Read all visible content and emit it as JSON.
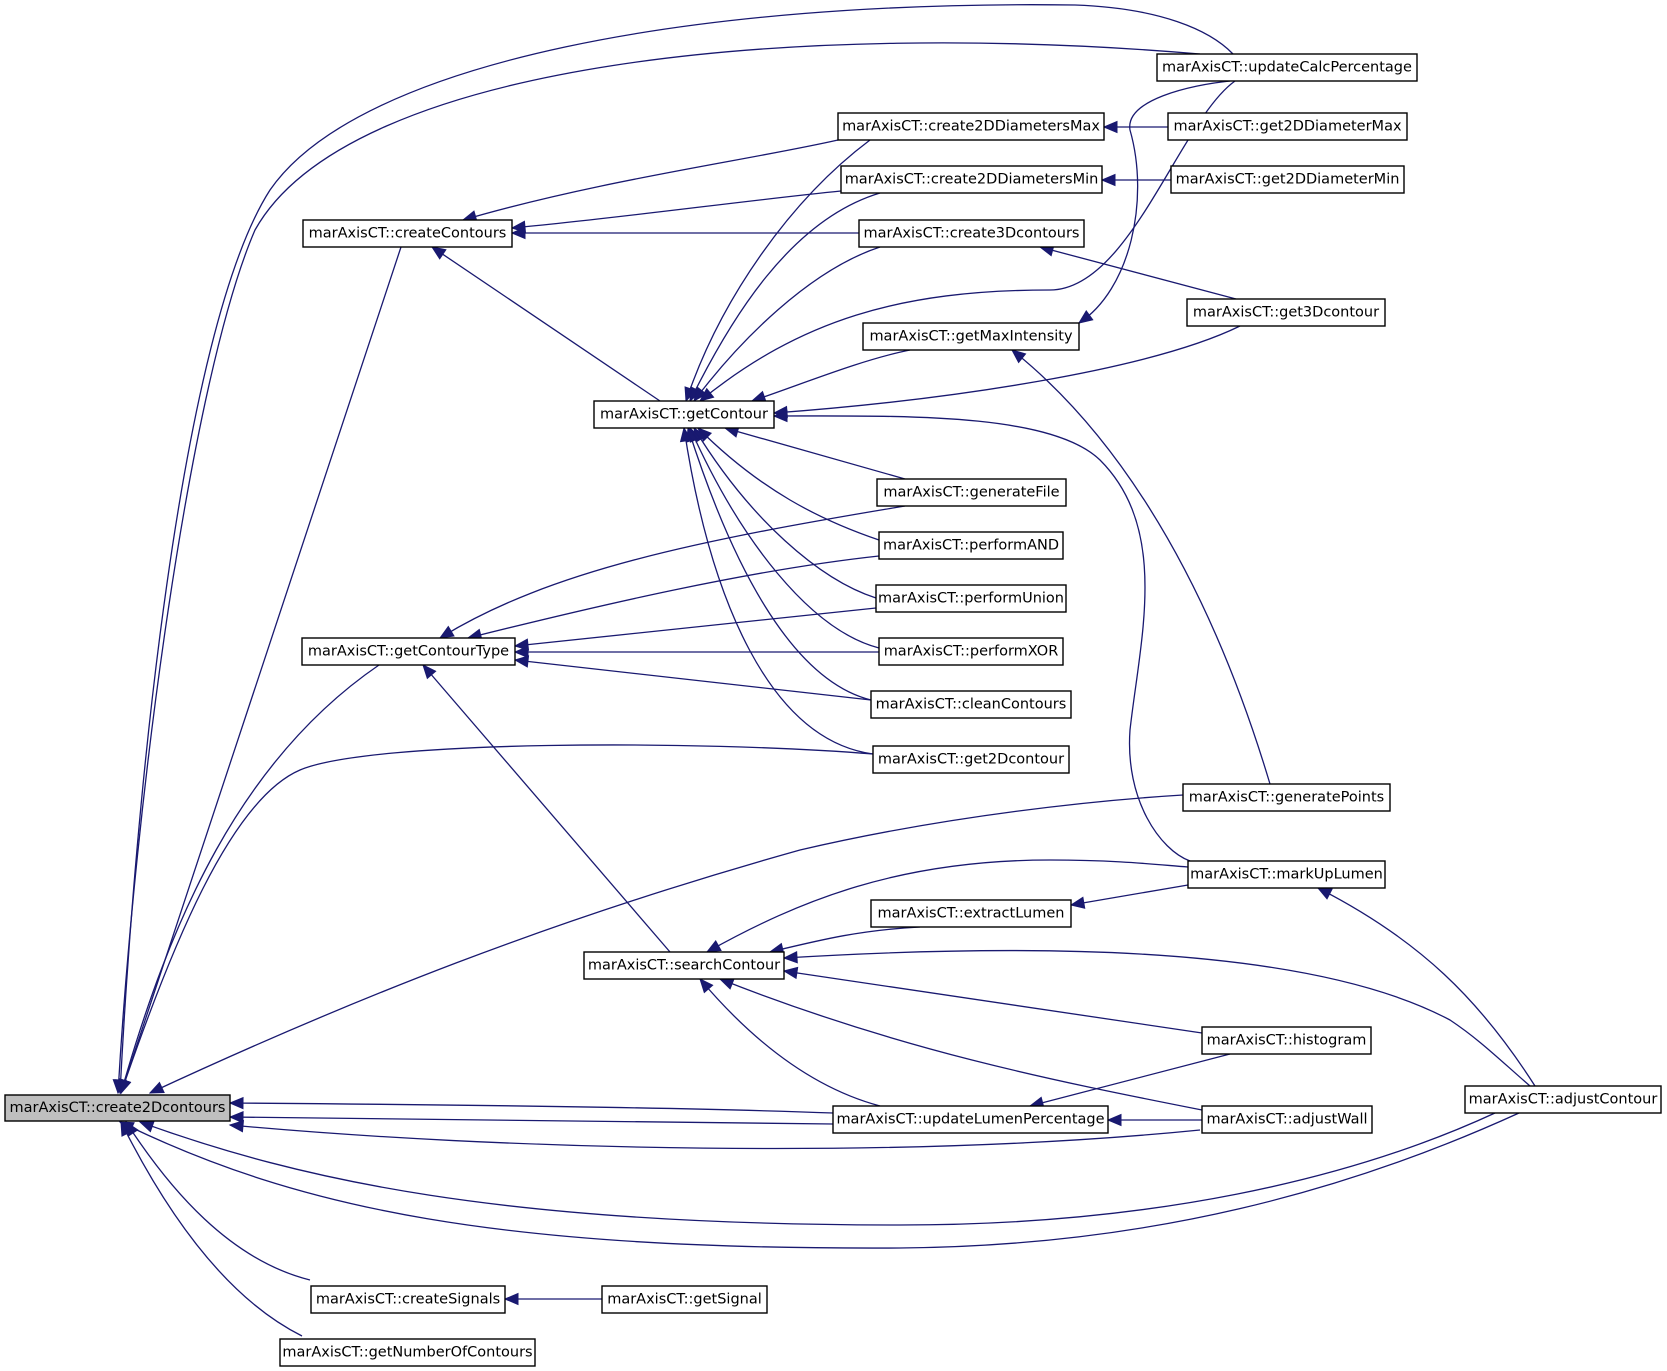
{
  "nodes": {
    "create2Dcontours": "marAxisCT::create2Dcontours",
    "createContours": "marAxisCT::createContours",
    "getContourType": "marAxisCT::getContourType",
    "createSignals": "marAxisCT::createSignals",
    "getNumberOfContours": "marAxisCT::getNumberOfContours",
    "getContour": "marAxisCT::getContour",
    "searchContour": "marAxisCT::searchContour",
    "updateLumenPercentage": "marAxisCT::updateLumenPercentage",
    "getSignal": "marAxisCT::getSignal",
    "create2DDiametersMax": "marAxisCT::create2DDiametersMax",
    "create2DDiametersMin": "marAxisCT::create2DDiametersMin",
    "create3Dcontours": "marAxisCT::create3Dcontours",
    "getMaxIntensity": "marAxisCT::getMaxIntensity",
    "generateFile": "marAxisCT::generateFile",
    "performAND": "marAxisCT::performAND",
    "performUnion": "marAxisCT::performUnion",
    "performXOR": "marAxisCT::performXOR",
    "cleanContours": "marAxisCT::cleanContours",
    "get2Dcontour": "marAxisCT::get2Dcontour",
    "extractLumen": "marAxisCT::extractLumen",
    "updateCalcPercentage": "marAxisCT::updateCalcPercentage",
    "get2DDiameterMax": "marAxisCT::get2DDiameterMax",
    "get2DDiameterMin": "marAxisCT::get2DDiameterMin",
    "get3Dcontour": "marAxisCT::get3Dcontour",
    "generatePoints": "marAxisCT::generatePoints",
    "markUpLumen": "marAxisCT::markUpLumen",
    "histogram": "marAxisCT::histogram",
    "adjustWall": "marAxisCT::adjustWall",
    "adjustContour": "marAxisCT::adjustContour"
  },
  "colors": {
    "edge": "#191970",
    "root_fill": "#bfbfbf",
    "node_fill": "#ffffff",
    "node_border": "#000000"
  }
}
